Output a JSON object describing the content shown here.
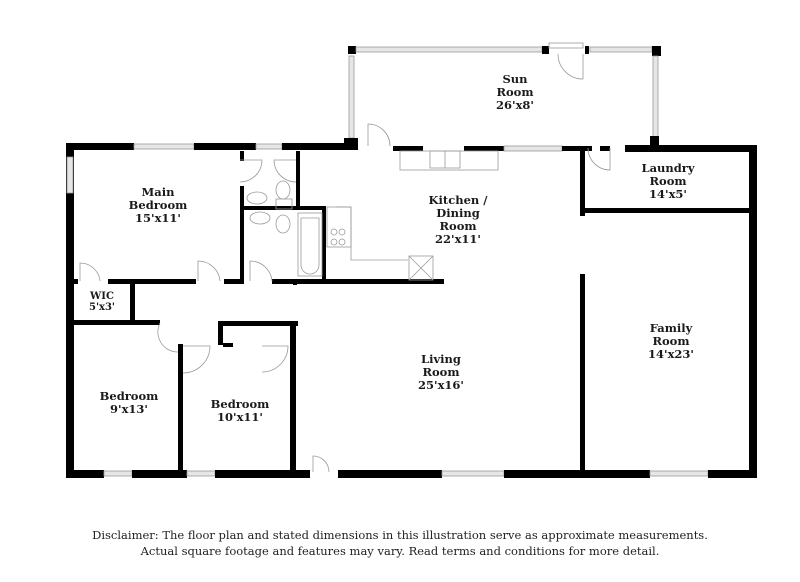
{
  "floor_plan": {
    "rooms": [
      {
        "id": "sun-room",
        "name": "Sun Room",
        "lines": [
          "Sun",
          "Room",
          "26'x8'"
        ],
        "dimensions": "26'x8'"
      },
      {
        "id": "main-bedroom",
        "name": "Main Bedroom",
        "lines": [
          "Main",
          "Bedroom",
          "15'x11'"
        ],
        "dimensions": "15'x11'"
      },
      {
        "id": "kitchen-dining",
        "name": "Kitchen / Dining Room",
        "lines": [
          "Kitchen /",
          "Dining",
          "Room",
          "22'x11'"
        ],
        "dimensions": "22'x11'"
      },
      {
        "id": "laundry-room",
        "name": "Laundry Room",
        "lines": [
          "Laundry",
          "Room",
          "14'x5'"
        ],
        "dimensions": "14'x5'"
      },
      {
        "id": "wic",
        "name": "WIC",
        "lines": [
          "WIC",
          "5'x3'"
        ],
        "dimensions": "5'x3'"
      },
      {
        "id": "family-room",
        "name": "Family Room",
        "lines": [
          "Family",
          "Room",
          "14'x23'"
        ],
        "dimensions": "14'x23'"
      },
      {
        "id": "living-room",
        "name": "Living Room",
        "lines": [
          "Living",
          "Room",
          "25'x16'"
        ],
        "dimensions": "25'x16'"
      },
      {
        "id": "bedroom-2",
        "name": "Bedroom",
        "lines": [
          "Bedroom",
          "9'x13'"
        ],
        "dimensions": "9'x13'"
      },
      {
        "id": "bedroom-3",
        "name": "Bedroom",
        "lines": [
          "Bedroom",
          "10'x11'"
        ],
        "dimensions": "10'x11'"
      }
    ],
    "fixtures": [
      "sink-icon",
      "toilet-icon",
      "bathtub-icon",
      "stove-icon",
      "kitchen-sink-icon",
      "water-heater-icon"
    ],
    "colors": {
      "wall": "#000000",
      "window": "#d9d9d9",
      "fixture_line": "#9a9a9a",
      "text": "#1a1a1a",
      "background": "#ffffff"
    }
  },
  "disclaimer": {
    "line1": "Disclaimer: The floor plan and stated dimensions in this illustration serve as approximate measurements.",
    "line2": "Actual square footage and features may vary. Read terms and conditions for more detail."
  }
}
